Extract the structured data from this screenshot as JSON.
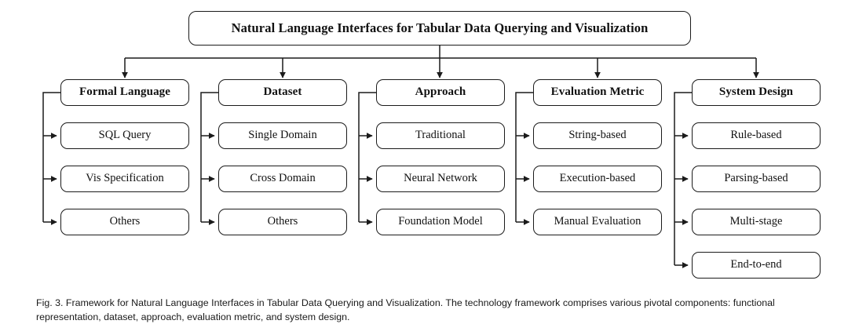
{
  "figure": {
    "title": "Natural Language Interfaces for Tabular Data Querying and Visualization",
    "caption": "Fig. 3. Framework for Natural Language Interfaces in Tabular Data Querying and Visualization. The technology framework comprises various pivotal components: functional representation, dataset, approach, evaluation metric, and system design.",
    "colors": {
      "background": "#ffffff",
      "box_border": "#1b1b1b",
      "box_fill": "#ffffff",
      "text": "#111111",
      "connector": "#1b1b1b"
    }
  },
  "columns": [
    {
      "header": "Formal Language",
      "children": [
        "SQL Query",
        "Vis Specification",
        "Others"
      ]
    },
    {
      "header": "Dataset",
      "children": [
        "Single Domain",
        "Cross Domain",
        "Others"
      ]
    },
    {
      "header": "Approach",
      "children": [
        "Traditional",
        "Neural Network",
        "Foundation Model"
      ]
    },
    {
      "header": "Evaluation Metric",
      "children": [
        "String-based",
        "Execution-based",
        "Manual Evaluation"
      ]
    },
    {
      "header": "System Design",
      "children": [
        "Rule-based",
        "Parsing-based",
        "Multi-stage",
        "End-to-end"
      ]
    }
  ]
}
